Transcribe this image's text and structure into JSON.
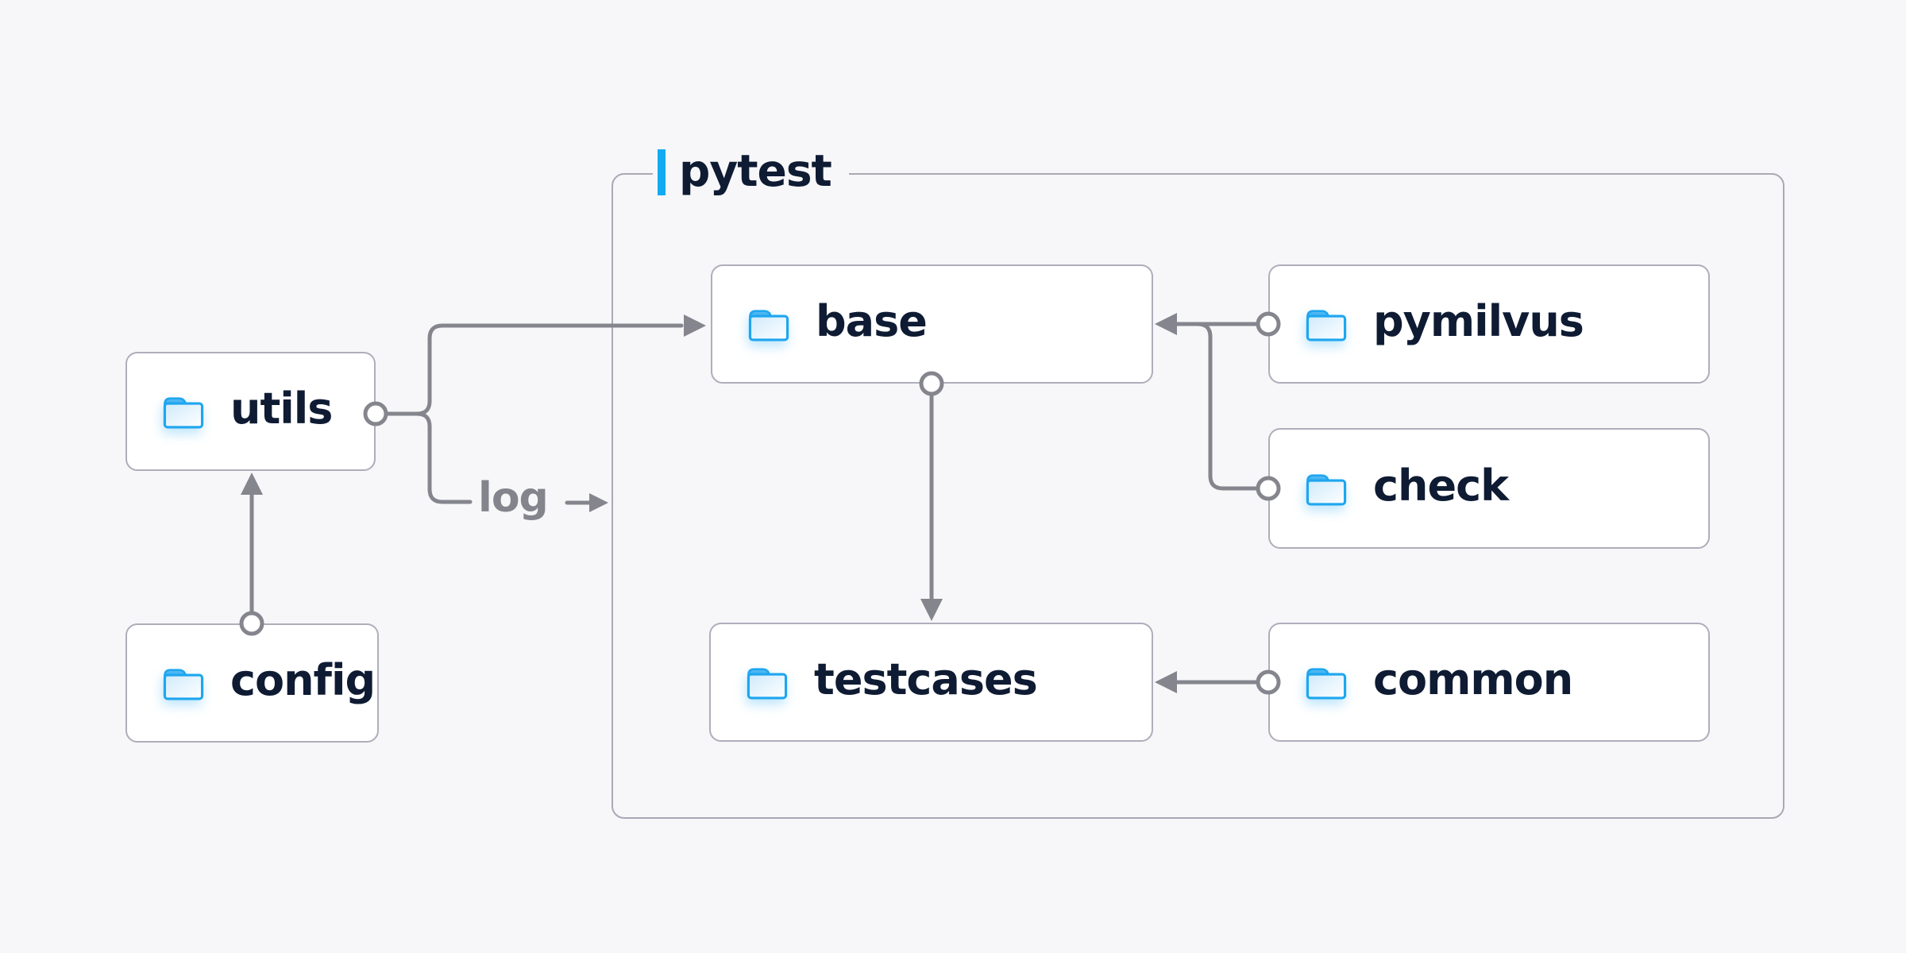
{
  "group": {
    "label": "pytest"
  },
  "nodes": {
    "utils": {
      "label": "utils"
    },
    "config": {
      "label": "config"
    },
    "base": {
      "label": "base"
    },
    "pymilvus": {
      "label": "pymilvus"
    },
    "check": {
      "label": "check"
    },
    "testcases": {
      "label": "testcases"
    },
    "common": {
      "label": "common"
    }
  },
  "edges": {
    "log_label": "log",
    "list": [
      {
        "from": "config",
        "to": "utils"
      },
      {
        "from": "utils",
        "to": "base"
      },
      {
        "from": "utils",
        "to": "log"
      },
      {
        "from": "pymilvus",
        "to": "base"
      },
      {
        "from": "check",
        "to": "base"
      },
      {
        "from": "base",
        "to": "testcases"
      },
      {
        "from": "common",
        "to": "testcases"
      }
    ]
  },
  "colors": {
    "background": "#f7f7f9",
    "node_fill": "#ffffff",
    "node_border": "#aeaebb",
    "group_border": "#a9a9b6",
    "connector": "#85858e",
    "label_text": "#0e1b33",
    "log_text": "#84848d",
    "accent_blue": "#12abf3",
    "folder_blue": "#1ea6ef"
  }
}
